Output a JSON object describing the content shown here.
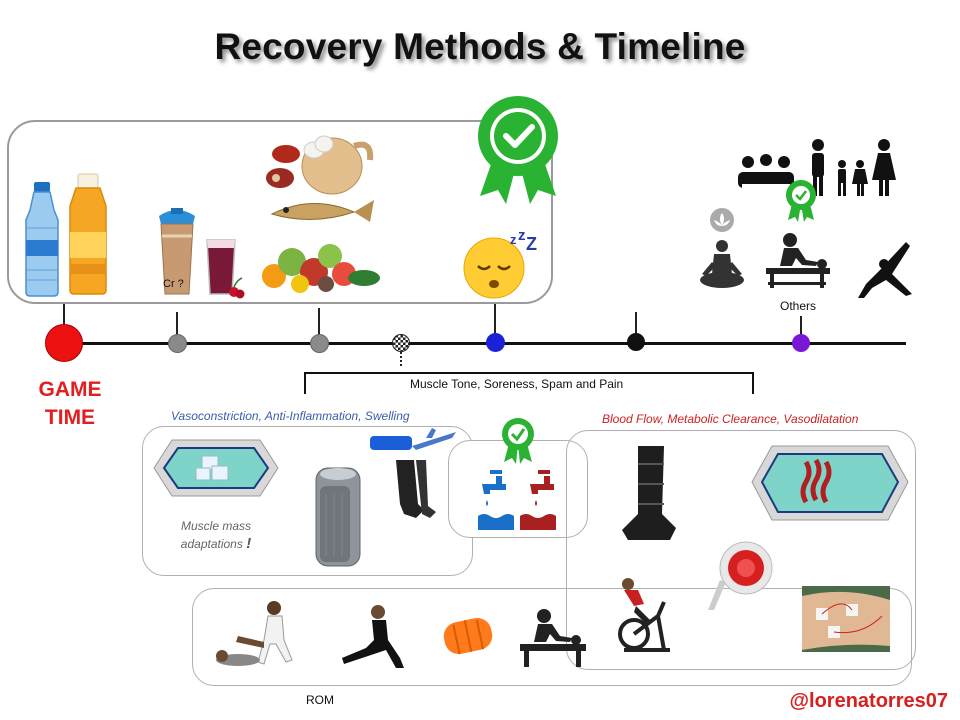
{
  "title": "Recovery Methods & Timeline",
  "game_time": {
    "line1": "GAME",
    "line2": "TIME",
    "color": "#e02020"
  },
  "labels": {
    "creatine": "Cr ?",
    "others": "Others",
    "brace": "Muscle Tone, Soreness, Spam and Pain",
    "cold_category": "Vasoconstriction, Anti-Inflammation, Swelling",
    "heat_category": "Blood Flow, Metabolic Clearance, Vasodilatation",
    "muscle_line1": "Muscle mass",
    "muscle_line2": "adaptations",
    "muscle_mark": "!",
    "rom": "ROM"
  },
  "handle": "@lorenatorres07",
  "timeline_markers": [
    {
      "name": "game-time",
      "color": "#ee1111"
    },
    {
      "name": "creatine",
      "color": "#8a8a8a"
    },
    {
      "name": "nutrition",
      "color": "#8a8a8a"
    },
    {
      "name": "checkered",
      "color": "#333333"
    },
    {
      "name": "sleep",
      "color": "#1a22d8"
    },
    {
      "name": "black",
      "color": "#111111"
    },
    {
      "name": "others",
      "color": "#7a18d8"
    }
  ],
  "icons": [
    "water-bottle-icon",
    "sports-drink-icon",
    "protein-shaker-icon",
    "cherry-juice-icon",
    "protein-foods-icon",
    "fruits-vegetables-icon",
    "sleep-emoji-icon",
    "award-badge-icon",
    "group-icon",
    "family-icon",
    "meditation-icon",
    "massage-icon",
    "yoga-icon",
    "ice-bath-icon",
    "cryo-chamber-icon",
    "compression-travel-icon",
    "contrast-water-icon",
    "compression-boots-icon",
    "hot-bath-icon",
    "infrared-lamp-icon",
    "stationary-bike-icon",
    "electrostim-icon",
    "partner-stretch-icon",
    "lunge-stretch-icon",
    "foam-roller-icon",
    "massage-table-icon"
  ]
}
